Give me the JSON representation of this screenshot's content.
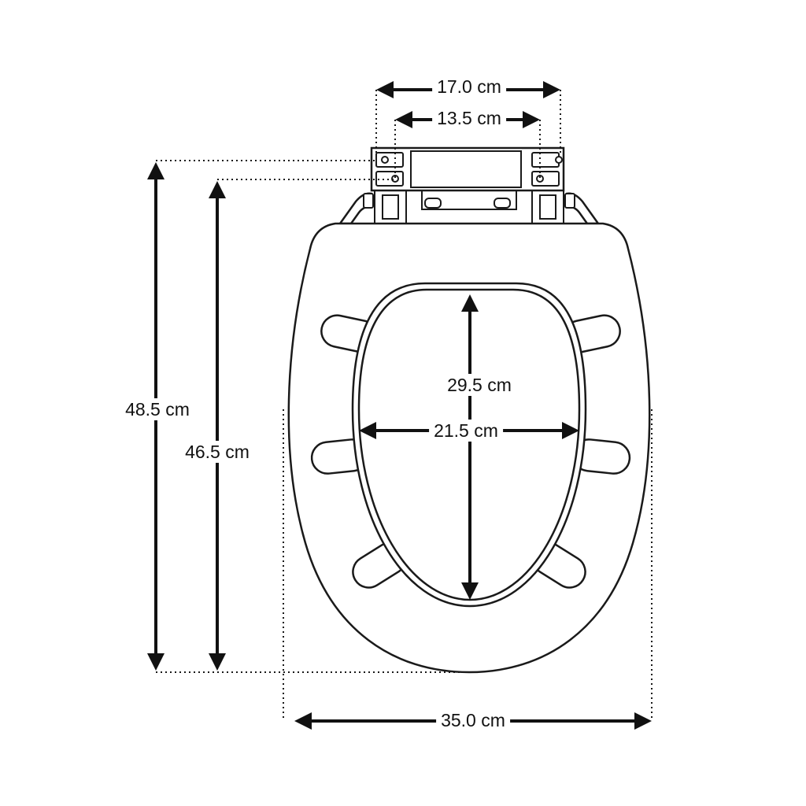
{
  "dimensions": {
    "hinge_outer_width": "17.0 cm",
    "hinge_inner_width": "13.5 cm",
    "total_length": "48.5 cm",
    "seat_length": "46.5 cm",
    "opening_length": "29.5 cm",
    "opening_width": "21.5 cm",
    "seat_width": "35.0 cm"
  },
  "colors": {
    "line": "#111111",
    "background": "#ffffff"
  }
}
